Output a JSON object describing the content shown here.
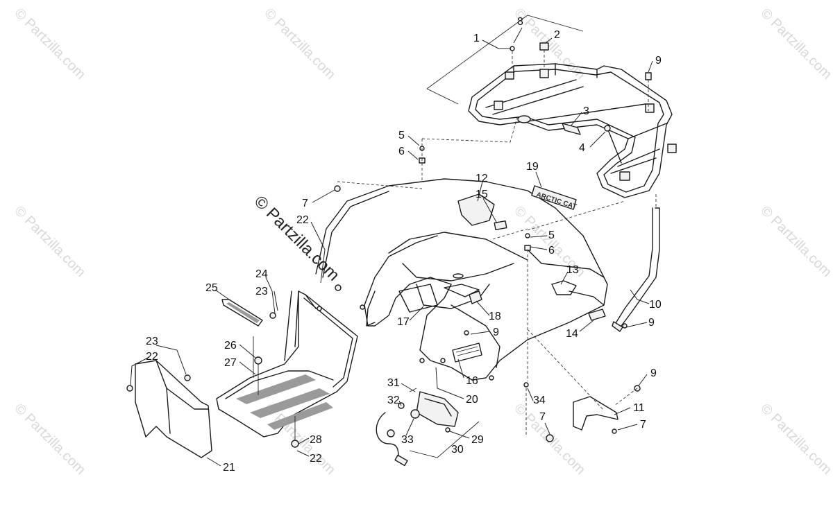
{
  "watermarks": {
    "small": "© Partzilla.com",
    "center": "© Partzilla.com"
  },
  "callouts": [
    {
      "id": "c1",
      "text": "1"
    },
    {
      "id": "c8",
      "text": "8"
    },
    {
      "id": "c2",
      "text": "2"
    },
    {
      "id": "c9a",
      "text": "9"
    },
    {
      "id": "c3",
      "text": "3"
    },
    {
      "id": "c4",
      "text": "4"
    },
    {
      "id": "c5a",
      "text": "5"
    },
    {
      "id": "c6a",
      "text": "6"
    },
    {
      "id": "c19",
      "text": "19"
    },
    {
      "id": "c12",
      "text": "12"
    },
    {
      "id": "c15",
      "text": "15"
    },
    {
      "id": "c7a",
      "text": "7"
    },
    {
      "id": "c22a",
      "text": "22"
    },
    {
      "id": "c5b",
      "text": "5"
    },
    {
      "id": "c6b",
      "text": "6"
    },
    {
      "id": "c13",
      "text": "13"
    },
    {
      "id": "c24",
      "text": "24"
    },
    {
      "id": "c25",
      "text": "25"
    },
    {
      "id": "c23a",
      "text": "23"
    },
    {
      "id": "c10",
      "text": "10"
    },
    {
      "id": "c17",
      "text": "17"
    },
    {
      "id": "c18",
      "text": "18"
    },
    {
      "id": "c9b",
      "text": "9"
    },
    {
      "id": "c14",
      "text": "14"
    },
    {
      "id": "c9c",
      "text": "9"
    },
    {
      "id": "c23b",
      "text": "23"
    },
    {
      "id": "c22b",
      "text": "22"
    },
    {
      "id": "c26",
      "text": "26"
    },
    {
      "id": "c27",
      "text": "27"
    },
    {
      "id": "c16",
      "text": "16"
    },
    {
      "id": "c31",
      "text": "31"
    },
    {
      "id": "c9d",
      "text": "9"
    },
    {
      "id": "c32",
      "text": "32"
    },
    {
      "id": "c20",
      "text": "20"
    },
    {
      "id": "c34",
      "text": "34"
    },
    {
      "id": "c11",
      "text": "11"
    },
    {
      "id": "c7b",
      "text": "7"
    },
    {
      "id": "c7c",
      "text": "7"
    },
    {
      "id": "c33",
      "text": "33"
    },
    {
      "id": "c28",
      "text": "28"
    },
    {
      "id": "c29",
      "text": "29"
    },
    {
      "id": "c22c",
      "text": "22"
    },
    {
      "id": "c30",
      "text": "30"
    },
    {
      "id": "c21",
      "text": "21"
    }
  ],
  "decal_text": "ARCTIC CAT"
}
